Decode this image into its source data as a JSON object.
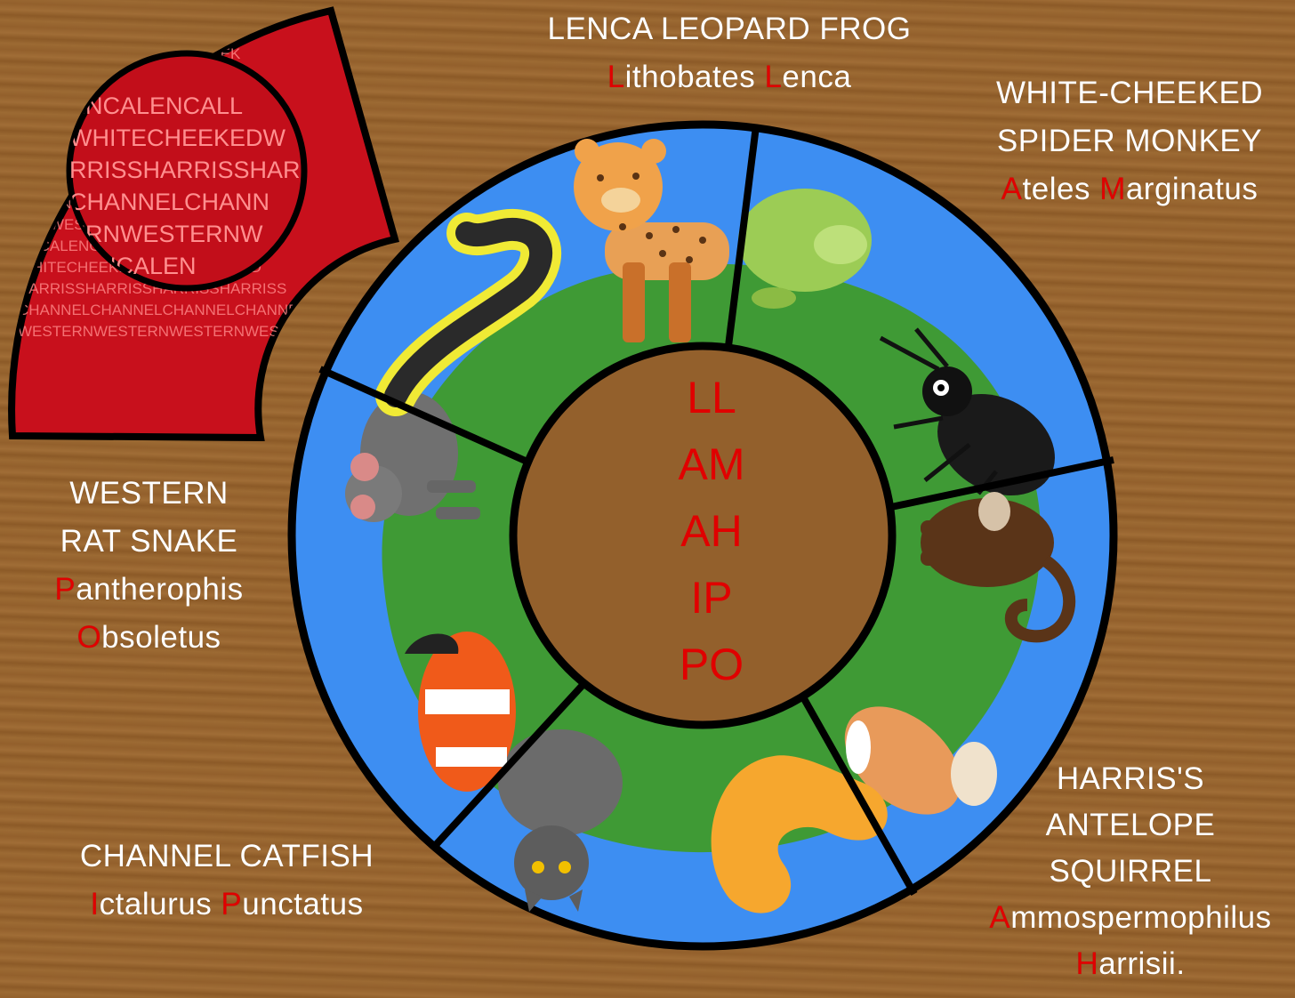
{
  "labels": {
    "lenca": {
      "name": "LENCA LEOPARD FROG",
      "sci1_cap": "L",
      "sci1_rest": "ithobates ",
      "sci2_cap": "L",
      "sci2_rest": "enca"
    },
    "monkey": {
      "name1": "WHITE-CHEEKED",
      "name2": "SPIDER MONKEY",
      "sci1_cap": "A",
      "sci1_rest": "teles ",
      "sci2_cap": "M",
      "sci2_rest": "arginatus"
    },
    "snake": {
      "name1": "WESTERN",
      "name2": "RAT SNAKE",
      "sci1_cap": "P",
      "sci1_rest": "antherophis",
      "sci2_cap": "O",
      "sci2_rest": "bsoletus"
    },
    "catfish": {
      "name": "CHANNEL CATFISH",
      "sci1_cap": "I",
      "sci1_rest": "ctalurus ",
      "sci2_cap": "P",
      "sci2_rest": "unctatus"
    },
    "squirrel": {
      "name1": "HARRIS'S",
      "name2": "ANTELOPE",
      "name3": "SQUIRREL",
      "sci1_cap": "A",
      "sci1_rest": "mmospermophilus",
      "sci2_cap": "H",
      "sci2_rest": "arrisii."
    }
  },
  "center_codes": [
    "LL",
    "AM",
    "AH",
    "IP",
    "PO"
  ],
  "pattern_words": [
    "CALENCALENCALENC",
    "WHITECHEEKEDWHITECHEEK",
    "HARRISSHARRISSHARRISSH",
    "CHANNELCHANNELCHANNEL",
    "WESTERNWESTERNWESTERNW",
    "ENCALENCALENCALENCAL",
    "WHITECHEEKEDWHITECHEEKED",
    "RRISSHARRISSHARRISSHARRIS",
    "CHANNELCHANNELCHANNEL",
    "ERNWESTERNWESTERNWEST",
    "ENCALENCALENCALENCAL",
    "WHITECHEEKEDWHITECHEEKED",
    "HARRISSHARRISSHARRISSHARRISS",
    "CHANNELCHANNELCHANNELCHANNEL",
    "WESTERNWESTERNWESTERNWESTERN"
  ],
  "circle_words": [
    "ENCALENCALL",
    "WHITECHEEKEDW",
    "RRISSHARRISSHAR",
    "CHANNELCHANN",
    "ERNWESTERNW",
    "LENCALEN"
  ],
  "colors": {
    "accent": "#e00000",
    "ring": "#3d8ef2",
    "land": "#3f9a35",
    "wood": "#93602c",
    "red_panel": "#c8101c"
  },
  "animal_icons": [
    "leopard-icon",
    "frog-icon",
    "beetle-icon",
    "monkey-icon",
    "antelope-squirrel-icon",
    "squirrel-icon",
    "cat-icon",
    "clownfish-icon",
    "mouse-icon",
    "snake-icon"
  ]
}
